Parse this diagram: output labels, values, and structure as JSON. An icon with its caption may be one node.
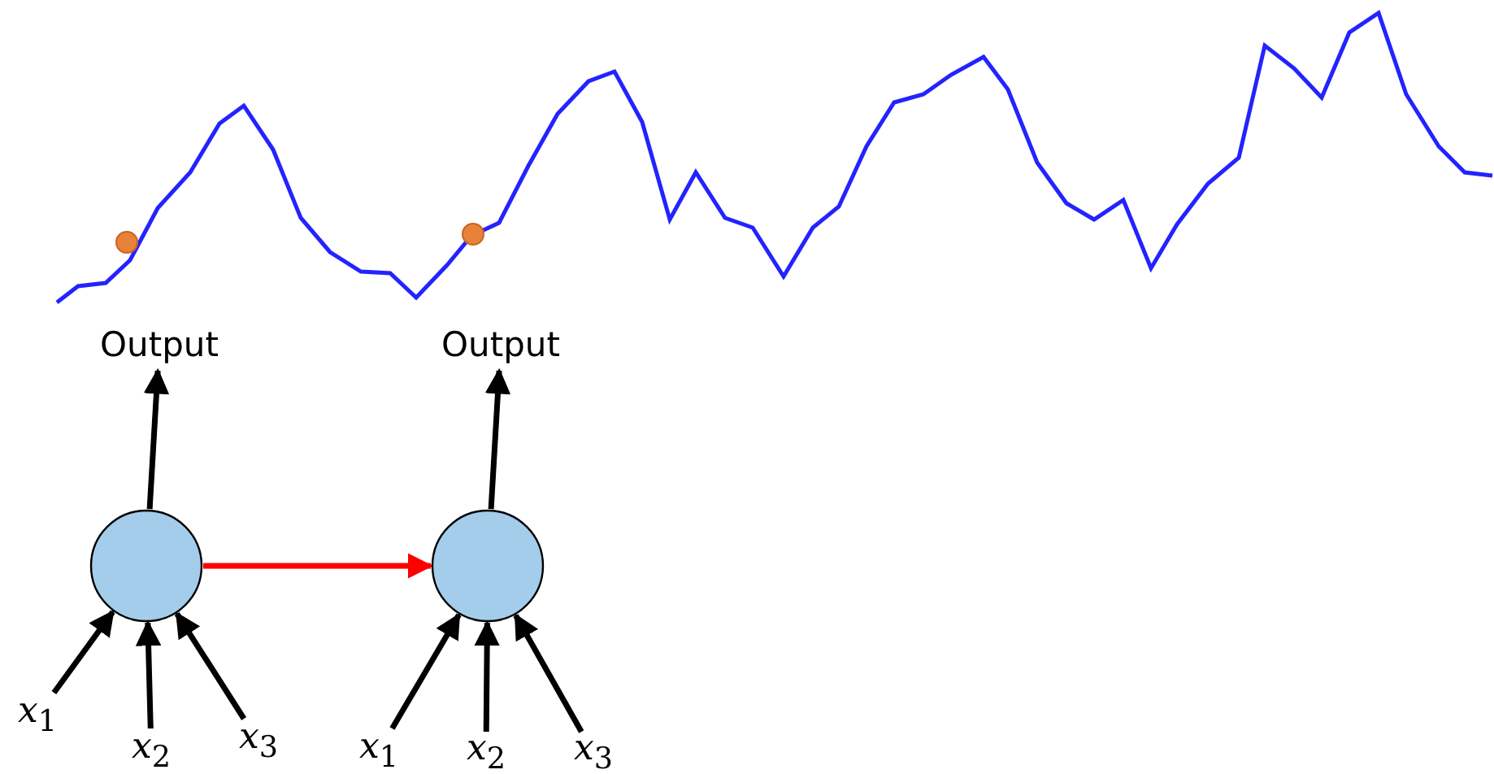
{
  "diagram": {
    "nodes": [
      {
        "text": [
          "Output"
        ]
      },
      {
        "text": [
          "Output"
        ]
      },
      {
        "text": [],
        "shape": "circle"
      },
      {
        "text": [],
        "shape": "circle"
      },
      {
        "text": [
          "*x*$_{1}$"
        ]
      },
      {
        "text": [
          "*x*$_{2}$"
        ]
      },
      {
        "text": [
          "*x*$_{3}$"
        ]
      },
      {
        "text": [
          "*x*$_{1}$"
        ]
      },
      {
        "text": [
          "*x*$_{2}$"
        ]
      },
      {
        "text": [
          "*x*$_{3}$"
        ]
      }
    ],
    "edges": [
      {
        "from": 2,
        "to": 0,
        "arrow": "to"
      },
      {
        "from": 3,
        "to": 1,
        "arrow": "to"
      },
      {
        "from": 2,
        "to": 3,
        "arrow": "to",
        "color": "#ff0000"
      },
      {
        "from": 4,
        "to": 2,
        "arrow": "to"
      },
      {
        "from": 5,
        "to": 2,
        "arrow": "to"
      },
      {
        "from": 6,
        "to": 2,
        "arrow": "to"
      },
      {
        "from": 7,
        "to": 3,
        "arrow": "to"
      },
      {
        "from": 8,
        "to": 3,
        "arrow": "to"
      },
      {
        "from": 9,
        "to": 3,
        "arrow": "to"
      }
    ]
  }
}
